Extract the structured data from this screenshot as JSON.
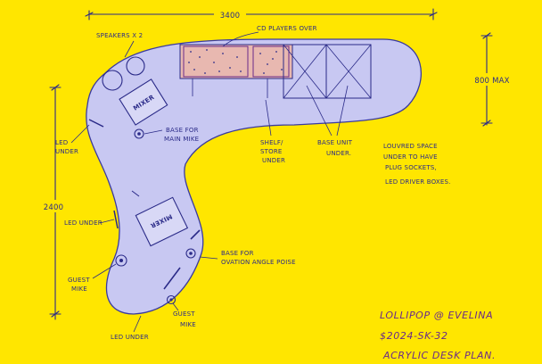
{
  "colors": {
    "paper": "#FFE600",
    "ink": "#2a2a88",
    "desk_fill": "#c8c8f2",
    "cd_fill": "#e8b8b0",
    "title_ink": "#6a2a8a"
  },
  "dimensions": {
    "width": "3400",
    "height": "2400",
    "depth": "800 MAX"
  },
  "labels": {
    "speakers": "SPEAKERS X 2",
    "cd_players": "CD PLAYERS OVER",
    "mixer_top": "MIXER",
    "mixer_bottom": "MIXER",
    "base_main_mike_1": "BASE FOR",
    "base_main_mike_2": "MAIN MIKE",
    "led_under_1a": "LED",
    "led_under_1b": "UNDER",
    "led_under_2": "LED UNDER",
    "shelf_1": "SHELF/",
    "shelf_2": "STORE",
    "shelf_3": "UNDER",
    "base_unit_1": "BASE UNIT",
    "base_unit_2": "UNDER.",
    "note_1": "LOUVRED SPACE",
    "note_2": "UNDER TO HAVE",
    "note_3": "PLUG SOCKETS,",
    "note_4": "LED DRIVER BOXES.",
    "guest_mike_1a": "GUEST",
    "guest_mike_1b": "MIKE",
    "base_ovation_1": "BASE FOR",
    "base_ovation_2": "OVATION ANGLE POISE",
    "guest_mike_2a": "GUEST",
    "guest_mike_2b": "MIKE",
    "led_under_3": "LED UNDER"
  },
  "title_block": {
    "line1": "LOLLIPOP @ EVELINA",
    "line2": "$2024-SK-32",
    "line3": "ACRYLIC DESK  PLAN."
  }
}
